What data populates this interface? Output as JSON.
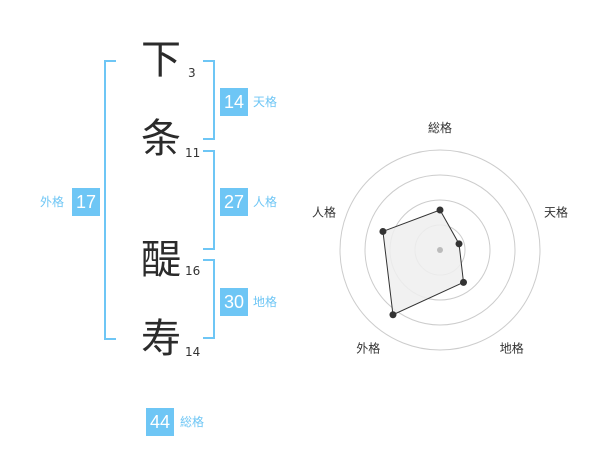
{
  "name": {
    "chars": [
      {
        "char": "下",
        "strokes": "3"
      },
      {
        "char": "条",
        "strokes": "11"
      },
      {
        "char": "醍",
        "strokes": "16"
      },
      {
        "char": "寿",
        "strokes": "14"
      }
    ]
  },
  "fortunes": {
    "tenkaku": {
      "value": "14",
      "label": "天格"
    },
    "jinkaku": {
      "value": "27",
      "label": "人格"
    },
    "chikaku": {
      "value": "30",
      "label": "地格"
    },
    "gaikaku": {
      "value": "17",
      "label": "外格"
    },
    "soukaku": {
      "value": "44",
      "label": "総格"
    }
  },
  "colors": {
    "accent": "#6ec6f5",
    "radar_fill": "#eeeeee",
    "radar_line": "#333333"
  },
  "chart_data": {
    "type": "radar",
    "axes": [
      "総格",
      "天格",
      "地格",
      "外格",
      "人格"
    ],
    "values": [
      2,
      1,
      2,
      4,
      3
    ],
    "max": 5,
    "rings": 4
  }
}
